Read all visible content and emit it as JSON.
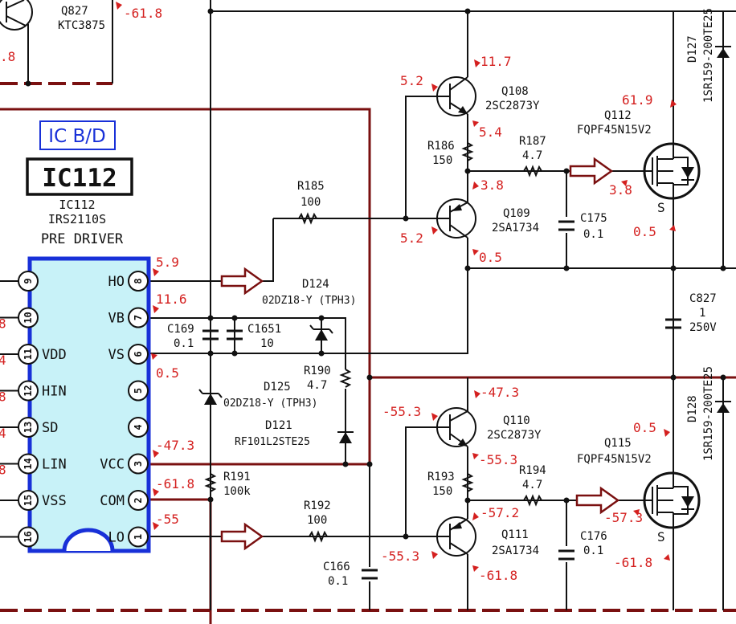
{
  "ic": {
    "tag": "IC B/D",
    "ref": "IC112",
    "sub_ref": "IC112",
    "part": "IRS2110S",
    "desc": "PRE DRIVER",
    "left_pins": [
      {
        "num": "9",
        "name": ""
      },
      {
        "num": "10",
        "name": ""
      },
      {
        "num": "11",
        "name": "VDD"
      },
      {
        "num": "12",
        "name": "HIN"
      },
      {
        "num": "13",
        "name": "SD"
      },
      {
        "num": "14",
        "name": "LIN"
      },
      {
        "num": "15",
        "name": "VSS"
      },
      {
        "num": "16",
        "name": ""
      }
    ],
    "right_pins": [
      {
        "num": "8",
        "name": "HO"
      },
      {
        "num": "7",
        "name": "VB"
      },
      {
        "num": "6",
        "name": "VS"
      },
      {
        "num": "5",
        "name": ""
      },
      {
        "num": "4",
        "name": ""
      },
      {
        "num": "3",
        "name": "VCC"
      },
      {
        "num": "2",
        "name": "COM"
      },
      {
        "num": "1",
        "name": "LO"
      }
    ],
    "left_edge_values": [
      "8",
      "4",
      "8",
      "4",
      "8"
    ]
  },
  "components": {
    "q827": {
      "ref": "Q827",
      "part": "KTC3875"
    },
    "q108": {
      "ref": "Q108",
      "part": "2SC2873Y"
    },
    "q109": {
      "ref": "Q109",
      "part": "2SA1734"
    },
    "q110": {
      "ref": "Q110",
      "part": "2SC2873Y"
    },
    "q111": {
      "ref": "Q111",
      "part": "2SA1734"
    },
    "q112": {
      "ref": "Q112",
      "part": "FQPF45N15V2",
      "pin_s": "S"
    },
    "q115": {
      "ref": "Q115",
      "part": "FQPF45N15V2",
      "pin_s": "S"
    },
    "d127": {
      "ref": "D127",
      "part": "1SR159-200TE25"
    },
    "d128": {
      "ref": "D128",
      "part": "1SR159-200TE25"
    },
    "d124": {
      "ref": "D124",
      "part": "02DZ18-Y (TPH3)"
    },
    "d125": {
      "ref": "D125",
      "part": "02DZ18-Y (TPH3)"
    },
    "d121": {
      "ref": "D121",
      "part": "RF101L2STE25"
    },
    "r185": {
      "ref": "R185",
      "val": "100"
    },
    "r186": {
      "ref": "R186",
      "val": "150"
    },
    "r187": {
      "ref": "R187",
      "val": "4.7"
    },
    "r190": {
      "ref": "R190",
      "val": "4.7"
    },
    "r191": {
      "ref": "R191",
      "val": "100k"
    },
    "r192": {
      "ref": "R192",
      "val": "100"
    },
    "r193": {
      "ref": "R193",
      "val": "150"
    },
    "r194": {
      "ref": "R194",
      "val": "4.7"
    },
    "c169": {
      "ref": "C169",
      "val": "0.1"
    },
    "c1651": {
      "ref": "C1651",
      "val": "10"
    },
    "c175": {
      "ref": "C175",
      "val": "0.1"
    },
    "c176": {
      "ref": "C176",
      "val": "0.1"
    },
    "c166": {
      "ref": "C166",
      "val": "0.1"
    },
    "c827": {
      "ref": "C827",
      "val": "1",
      "rating": "250V"
    }
  },
  "voltages": {
    "q827_b": "-61.8",
    "q827_e": ".8",
    "q108_c": "11.7",
    "q108_b": "5.2",
    "q108_e": "5.4",
    "q112_d": "61.9",
    "q112_g": "3.8",
    "q112_s": "0.5",
    "q109_e": "3.8",
    "q109_b": "5.2",
    "q109_c": "0.5",
    "ho": "5.9",
    "vb": "11.6",
    "vs": "0.5",
    "vcc": "-47.3",
    "com": "-61.8",
    "lo": "-55",
    "q110_c": "-47.3",
    "q110_b": "-55.3",
    "q110_e": "-55.3",
    "q111_e": "-57.2",
    "q111_b": "-55.3",
    "q111_c": "-61.8",
    "q115_d": "0.5",
    "q115_g": "-57.3",
    "q115_s": "-61.8"
  }
}
